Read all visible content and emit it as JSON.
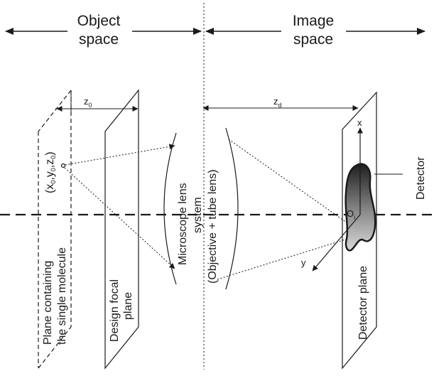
{
  "regions": {
    "object_line1": "Object",
    "object_line2": "space",
    "image_line1": "Image",
    "image_line2": "space"
  },
  "distances": {
    "z0_main": "z",
    "z0_sub": "0",
    "zd_main": "z",
    "zd_sub": "d"
  },
  "point": {
    "open": "(x",
    "x_sub": "0",
    "sep1": ",y",
    "y_sub": "0",
    "sep2": ",z",
    "z_sub": "0",
    "close": ")"
  },
  "planes": {
    "molecule_line1": "Plane containing",
    "molecule_line2": "the single molecule",
    "design_line1": "Design focal",
    "design_line2": "plane",
    "detector_plane": "Detector plane"
  },
  "lens": {
    "line1": "Microscope lens",
    "line2": "system",
    "line3": "(Objective + tube lens)"
  },
  "detector": {
    "label": "Detector"
  },
  "axes": {
    "x": "x",
    "y": "y",
    "origin_main": "O",
    "origin_sub": "i"
  }
}
